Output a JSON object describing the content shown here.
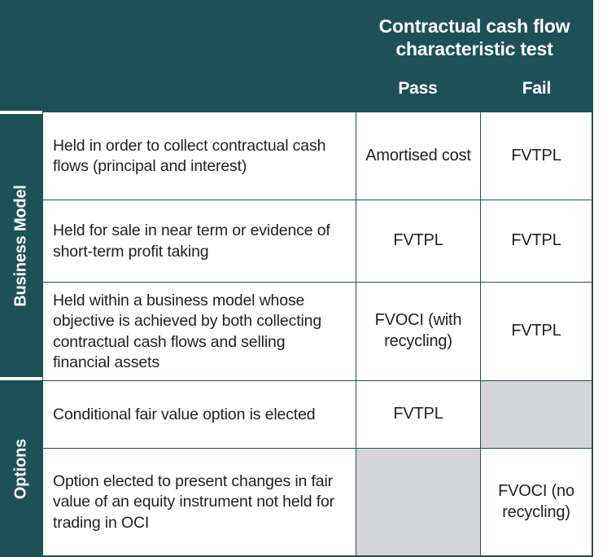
{
  "header": {
    "cash_flow_test_title": "Contractual cash flow characteristic test",
    "columns": [
      {
        "label": "Pass",
        "key": "pass"
      },
      {
        "label": "Fail",
        "key": "fail"
      }
    ]
  },
  "sections": [
    {
      "label": "Business Model"
    },
    {
      "label": "Options"
    }
  ],
  "colors": {
    "header_teal": "#1e5058",
    "blocked_grey": "#d4d5d6",
    "header_text": "#ffffff",
    "body_text": "#231f20"
  },
  "rows": [
    {
      "section": "Business Model",
      "description": "Held in order to collect contractual cash flows (principal and interest)",
      "pass": "Amortised cost",
      "fail": "FVTPL",
      "pass_blocked": false,
      "fail_blocked": false
    },
    {
      "section": "Business Model",
      "description": "Held for sale in near term or evidence of short-term profit taking",
      "pass": "FVTPL",
      "fail": "FVTPL",
      "pass_blocked": false,
      "fail_blocked": false
    },
    {
      "section": "Business Model",
      "description": "Held within a business model whose objective is achieved by both collecting contractual cash flows and selling financial assets",
      "pass": "FVOCI (with recycling)",
      "fail": "FVTPL",
      "pass_blocked": false,
      "fail_blocked": false
    },
    {
      "section": "Options",
      "description": "Conditional fair value option is elected",
      "pass": "FVTPL",
      "fail": "",
      "pass_blocked": false,
      "fail_blocked": true
    },
    {
      "section": "Options",
      "description": "Option elected to present changes in fair value of an equity instrument not held for trading in OCI",
      "pass": "",
      "fail": "FVOCI (no recycling)",
      "pass_blocked": true,
      "fail_blocked": false
    }
  ]
}
